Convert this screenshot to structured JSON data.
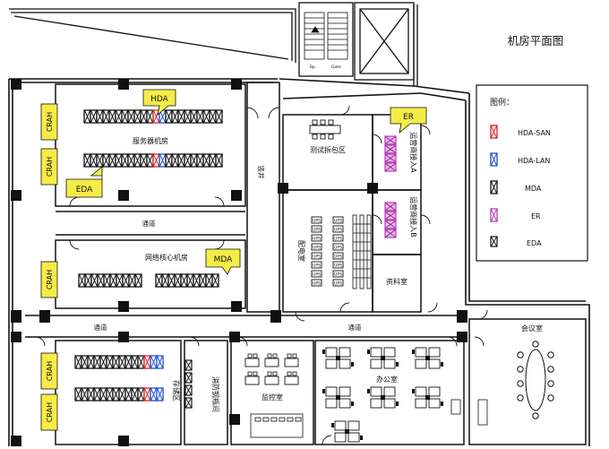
{
  "title": "机房平面图",
  "legend": {
    "heading": "图例：",
    "items": [
      {
        "label": "HDA-SAN",
        "kind": "rack",
        "color": "#e02020"
      },
      {
        "label": "HDA-LAN",
        "kind": "rack",
        "color": "#1f4fd1"
      },
      {
        "label": "MDA",
        "kind": "rack",
        "color": "#111111"
      },
      {
        "label": "ER",
        "kind": "rack",
        "color": "#b83ab8"
      },
      {
        "label": "EDA",
        "kind": "rack-small",
        "color": "#111111"
      }
    ]
  },
  "rooms": {
    "server_room": "服务器机房",
    "network_core": "网络核心机房",
    "corridor_1": "通道",
    "corridor_2": "通道",
    "corridor_3": "通道",
    "test_unpack": "测试拆包区",
    "distribution": "配电室",
    "carrier_a": "运营商接入A",
    "carrier_b": "运营商接入B",
    "archive": "资料室",
    "office": "办公室",
    "meeting": "会议室",
    "monitoring": "监控室",
    "storage": "存储区",
    "gas_bottle": "消防钢瓶间",
    "vertical": "竖井"
  },
  "callouts": {
    "hda": "HDA",
    "eda": "EDA",
    "mda": "MDA",
    "er": "ER"
  },
  "crah_label": "CRAH",
  "ups_label": "UPS",
  "stair_labels": [
    "Bp",
    "Gate"
  ],
  "colors": {
    "wall": "#111111",
    "crah_fill": "#f5ec48",
    "callout_fill": "#f5ec48",
    "hda_san": "#e02020",
    "hda_lan": "#1f4fd1",
    "er": "#b83ab8",
    "mda": "#111111"
  }
}
